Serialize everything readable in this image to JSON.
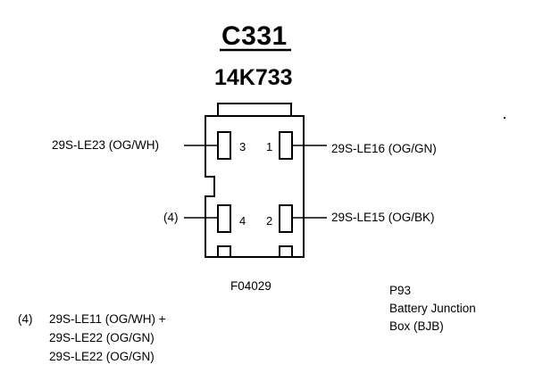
{
  "connector": {
    "id": "C331",
    "part_number": "14K733"
  },
  "pins": [
    {
      "number": "3",
      "circuit": "29S-LE23 (OG/WH)"
    },
    {
      "number": "1",
      "circuit": "29S-LE16 (OG/GN)"
    },
    {
      "number": "4",
      "circuit": "(4)"
    },
    {
      "number": "2",
      "circuit": "29S-LE15 (OG/BK)"
    }
  ],
  "figure_code": "F04029",
  "location": {
    "code": "P93",
    "line1": "Battery Junction",
    "line2": "Box (BJB)"
  },
  "footnote": {
    "marker": "(4)",
    "lines": [
      "29S-LE11 (OG/WH) +",
      "29S-LE22 (OG/GN)",
      "29S-LE22 (OG/GN)"
    ]
  }
}
